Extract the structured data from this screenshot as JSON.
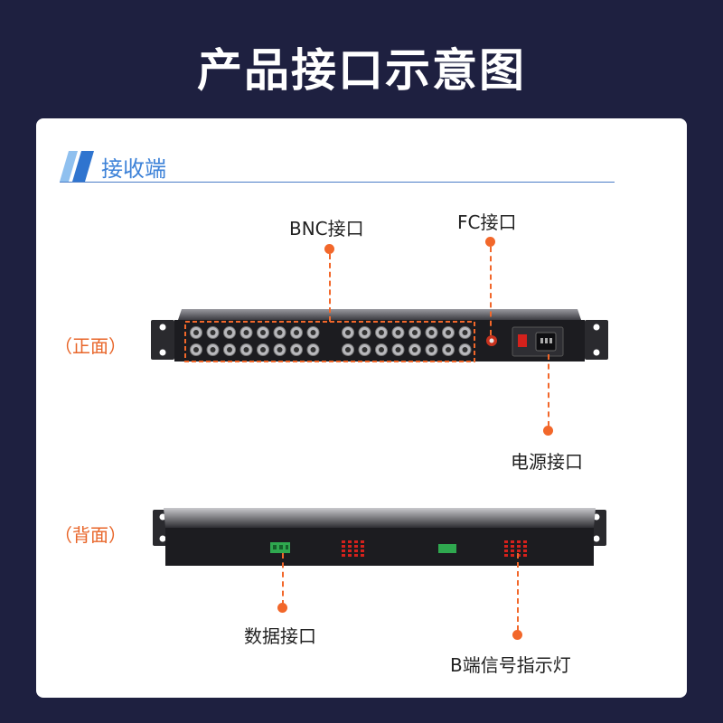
{
  "title": "产品接口示意图",
  "section": {
    "label": "接收端"
  },
  "views": {
    "front": "（正面）",
    "back": "（背面）"
  },
  "callouts": {
    "bnc": "BNC接口",
    "fc": "FC接口",
    "power": "电源接口",
    "data": "数据接口",
    "indicator": "B端信号指示灯"
  },
  "colors": {
    "background": "#1e2040",
    "accent": "#f2672a",
    "section_blue": "#3d82d8"
  }
}
